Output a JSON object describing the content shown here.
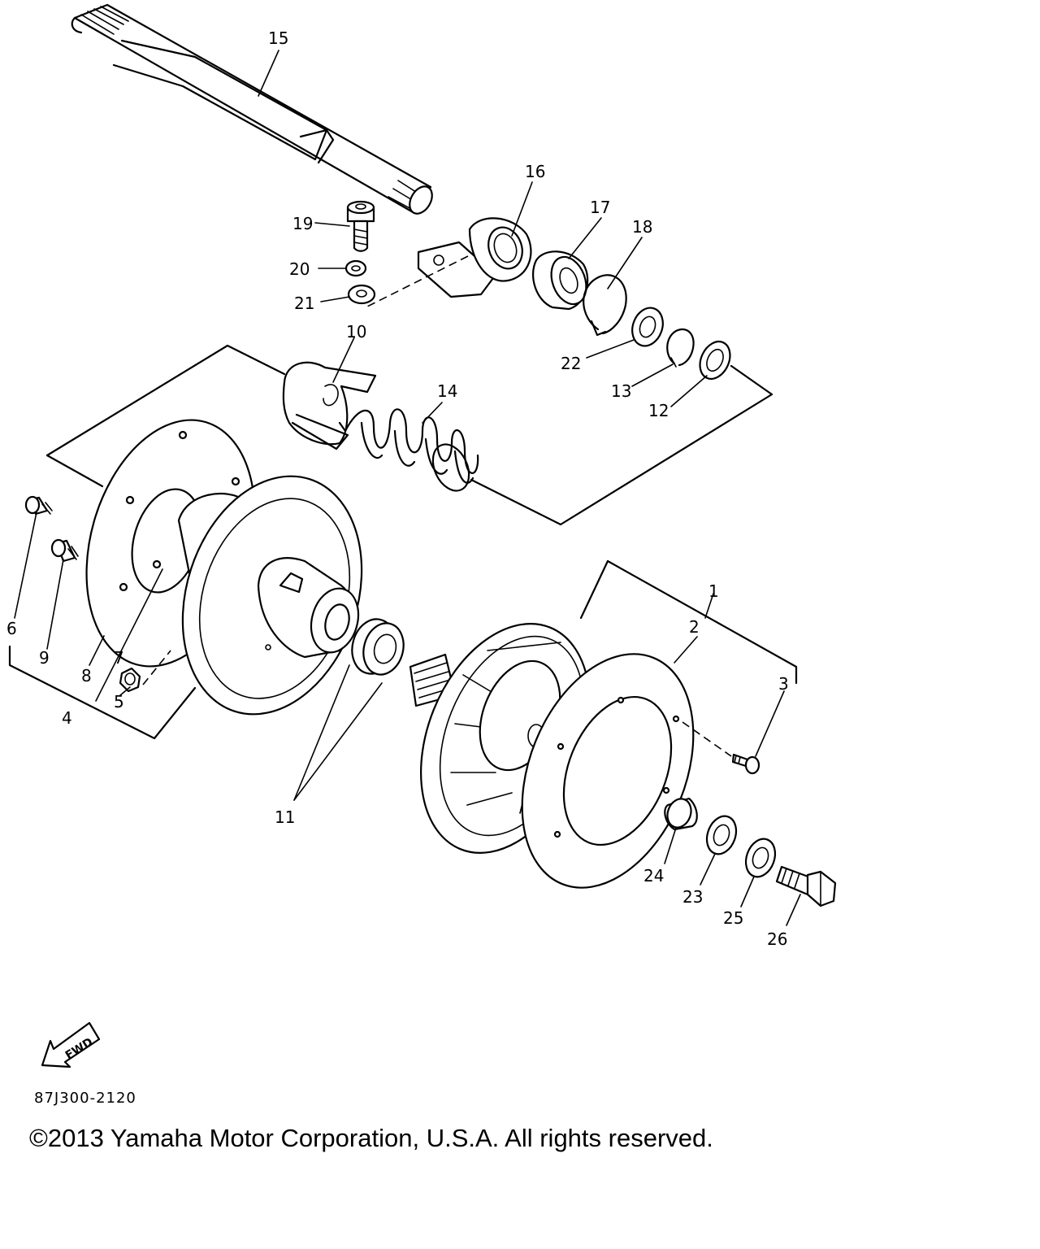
{
  "parts": [
    {
      "num": "1"
    },
    {
      "num": "2"
    },
    {
      "num": "3"
    },
    {
      "num": "4"
    },
    {
      "num": "5"
    },
    {
      "num": "6"
    },
    {
      "num": "7"
    },
    {
      "num": "8"
    },
    {
      "num": "9"
    },
    {
      "num": "10"
    },
    {
      "num": "11"
    },
    {
      "num": "12"
    },
    {
      "num": "13"
    },
    {
      "num": "14"
    },
    {
      "num": "15"
    },
    {
      "num": "16"
    },
    {
      "num": "17"
    },
    {
      "num": "18"
    },
    {
      "num": "19"
    },
    {
      "num": "20"
    },
    {
      "num": "21"
    },
    {
      "num": "22"
    },
    {
      "num": "23"
    },
    {
      "num": "24"
    },
    {
      "num": "25"
    },
    {
      "num": "26"
    }
  ],
  "fwd_label": "FWD",
  "diagram_code": "87J300-2120",
  "copyright": "©2013 Yamaha Motor Corporation, U.S.A. All rights reserved."
}
